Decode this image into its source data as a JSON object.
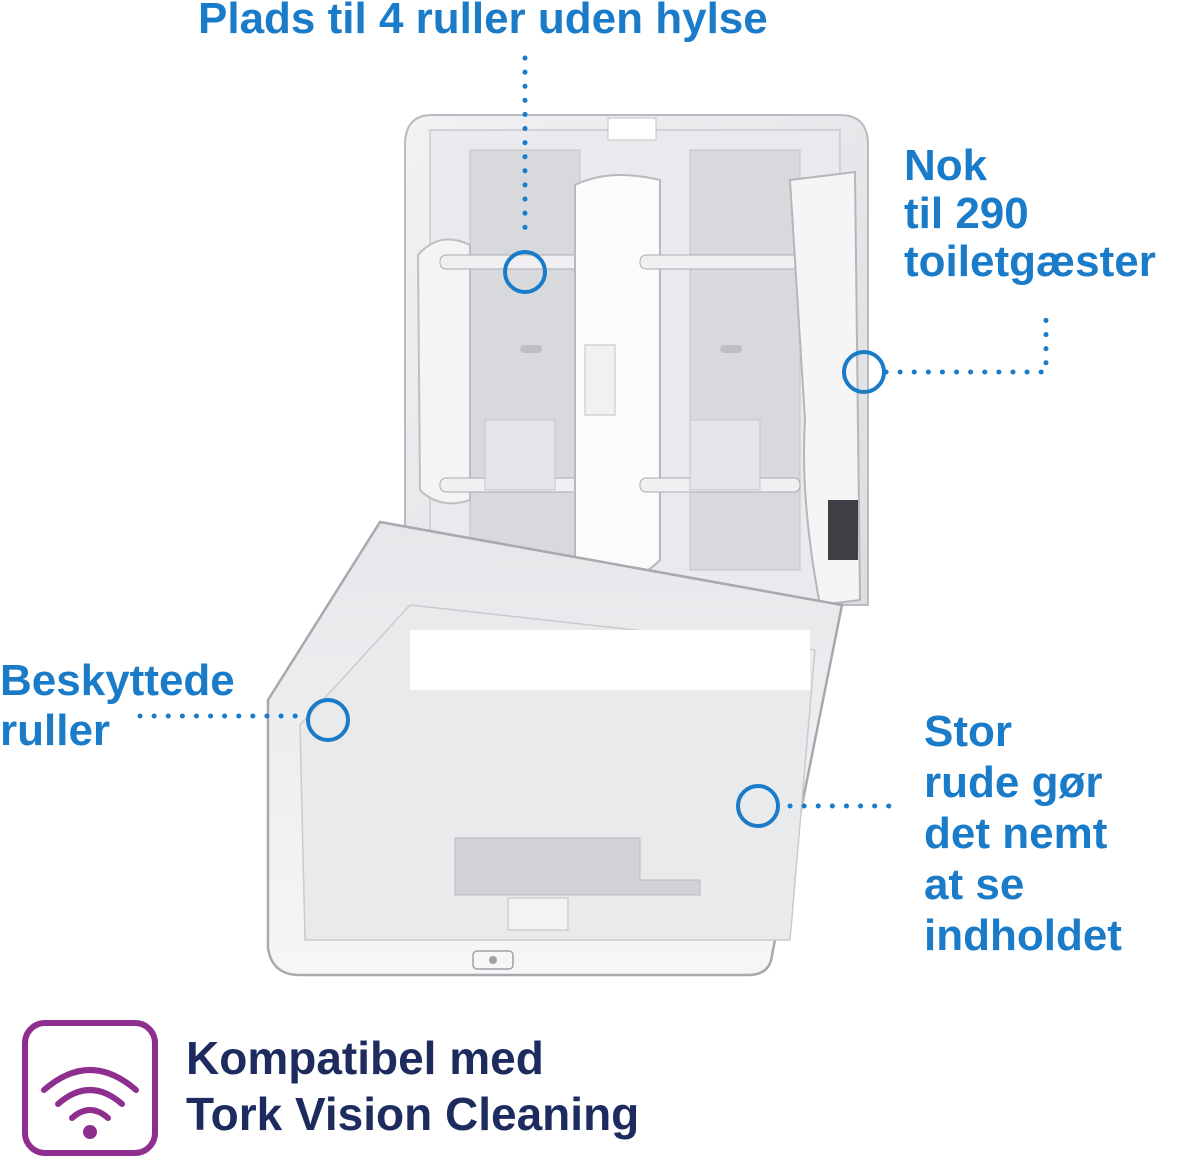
{
  "callouts": {
    "top": "Plads til 4 ruller uden hylse",
    "capacity": [
      "Nok",
      "til 290",
      "toiletgæster"
    ],
    "protected": [
      "Beskyttede",
      "ruller"
    ],
    "window": [
      "Stor",
      "rude gør",
      "det nemt",
      "at se",
      "indholdet"
    ]
  },
  "badge": {
    "lines": [
      "Kompatibel med",
      "Tork Vision Cleaning"
    ],
    "icon": "wifi-icon"
  },
  "colors": {
    "callout_blue": "#1a7bc9",
    "badge_navy": "#1e2b5e",
    "badge_purple": "#8e2f8f"
  }
}
